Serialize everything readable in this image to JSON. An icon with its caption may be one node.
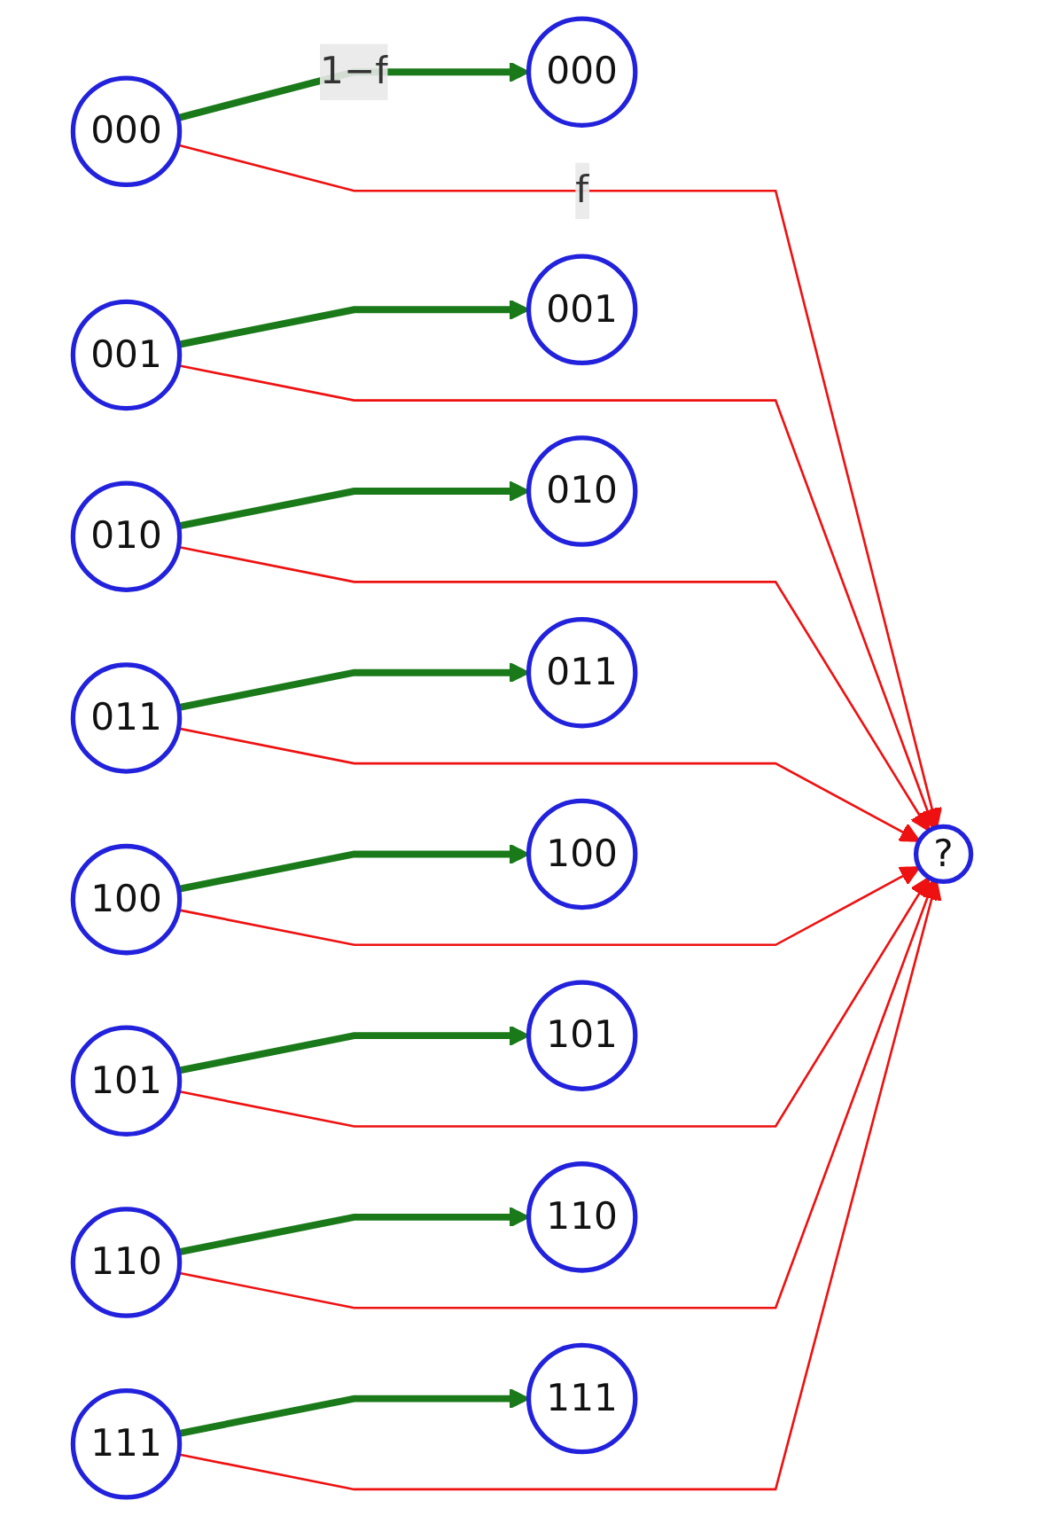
{
  "diagram": {
    "nodes": [
      {
        "text": [
          "000"
        ]
      },
      {
        "text": [
          "000"
        ]
      },
      {
        "text": [
          "001"
        ]
      },
      {
        "text": [
          "001"
        ]
      },
      {
        "text": [
          "010"
        ]
      },
      {
        "text": [
          "010"
        ]
      },
      {
        "text": [
          "011"
        ]
      },
      {
        "text": [
          "011"
        ]
      },
      {
        "text": [
          "100"
        ]
      },
      {
        "text": [
          "100"
        ]
      },
      {
        "text": [
          "101"
        ]
      },
      {
        "text": [
          "101"
        ]
      },
      {
        "text": [
          "110"
        ]
      },
      {
        "text": [
          "110"
        ]
      },
      {
        "text": [
          "111"
        ]
      },
      {
        "text": [
          "111"
        ]
      },
      {
        "text": [
          "?"
        ]
      }
    ],
    "edges": [
      {
        "from": 0,
        "to": 1,
        "arrow": "to",
        "label": "1−f",
        "style": "thick",
        "color": "#1a7a1a"
      },
      {
        "from": 2,
        "to": 3,
        "arrow": "to",
        "style": "thick",
        "color": "#1a7a1a"
      },
      {
        "from": 4,
        "to": 5,
        "arrow": "to",
        "style": "thick",
        "color": "#1a7a1a"
      },
      {
        "from": 6,
        "to": 7,
        "arrow": "to",
        "style": "thick",
        "color": "#1a7a1a"
      },
      {
        "from": 8,
        "to": 9,
        "arrow": "to",
        "style": "thick",
        "color": "#1a7a1a"
      },
      {
        "from": 10,
        "to": 11,
        "arrow": "to",
        "style": "thick",
        "color": "#1a7a1a"
      },
      {
        "from": 12,
        "to": 13,
        "arrow": "to",
        "style": "thick",
        "color": "#1a7a1a"
      },
      {
        "from": 14,
        "to": 15,
        "arrow": "to",
        "style": "thick",
        "color": "#1a7a1a"
      },
      {
        "from": 0,
        "to": 16,
        "arrow": "to",
        "label": "f",
        "color": "#ee1111"
      },
      {
        "from": 2,
        "to": 16,
        "arrow": "to",
        "color": "#ee1111"
      },
      {
        "from": 4,
        "to": 16,
        "arrow": "to",
        "color": "#ee1111"
      },
      {
        "from": 6,
        "to": 16,
        "arrow": "to",
        "color": "#ee1111"
      },
      {
        "from": 8,
        "to": 16,
        "arrow": "to",
        "color": "#ee1111"
      },
      {
        "from": 10,
        "to": 16,
        "arrow": "to",
        "color": "#ee1111"
      },
      {
        "from": 12,
        "to": 16,
        "arrow": "to",
        "color": "#ee1111"
      },
      {
        "from": 14,
        "to": 16,
        "arrow": "to",
        "color": "#ee1111"
      }
    ]
  }
}
